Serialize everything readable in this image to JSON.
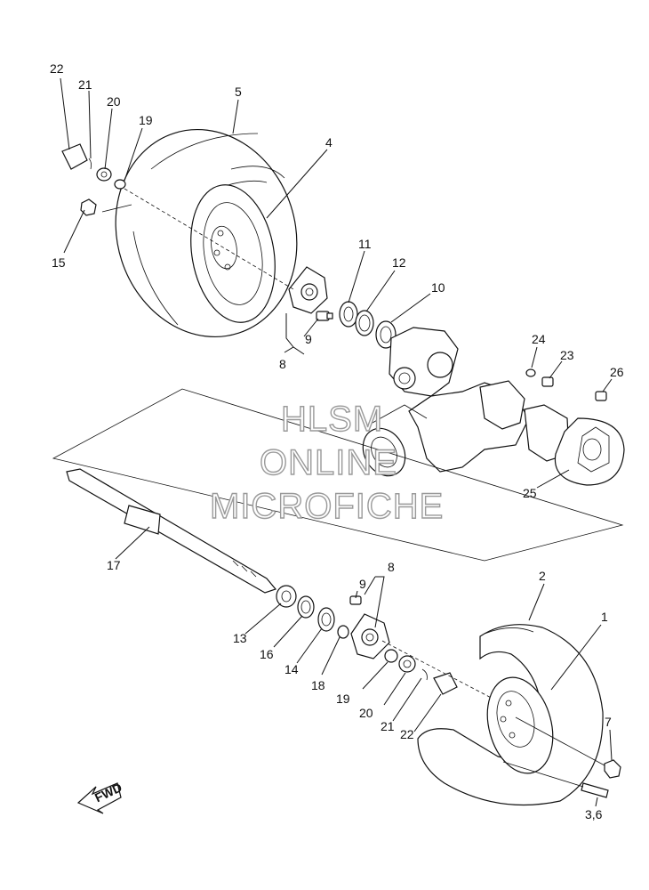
{
  "callouts": {
    "c22a": "22",
    "c21a": "21",
    "c20a": "20",
    "c19a": "19",
    "c5": "5",
    "c4": "4",
    "c15": "15",
    "c11": "11",
    "c12": "12",
    "c10": "10",
    "c9a": "9",
    "c8a": "8",
    "c24": "24",
    "c23": "23",
    "c26": "26",
    "c25": "25",
    "c17": "17",
    "c8b": "8",
    "c9b": "9",
    "c2": "2",
    "c1": "1",
    "c13": "13",
    "c16": "16",
    "c14": "14",
    "c18": "18",
    "c19b": "19",
    "c20b": "20",
    "c21b": "21",
    "c22b": "22",
    "c7": "7",
    "c36": "3,6"
  },
  "watermark": {
    "line1": "HLSM",
    "line2": "ONLINE",
    "line3": "MICROFICHE"
  },
  "fwd_label": "FWD"
}
